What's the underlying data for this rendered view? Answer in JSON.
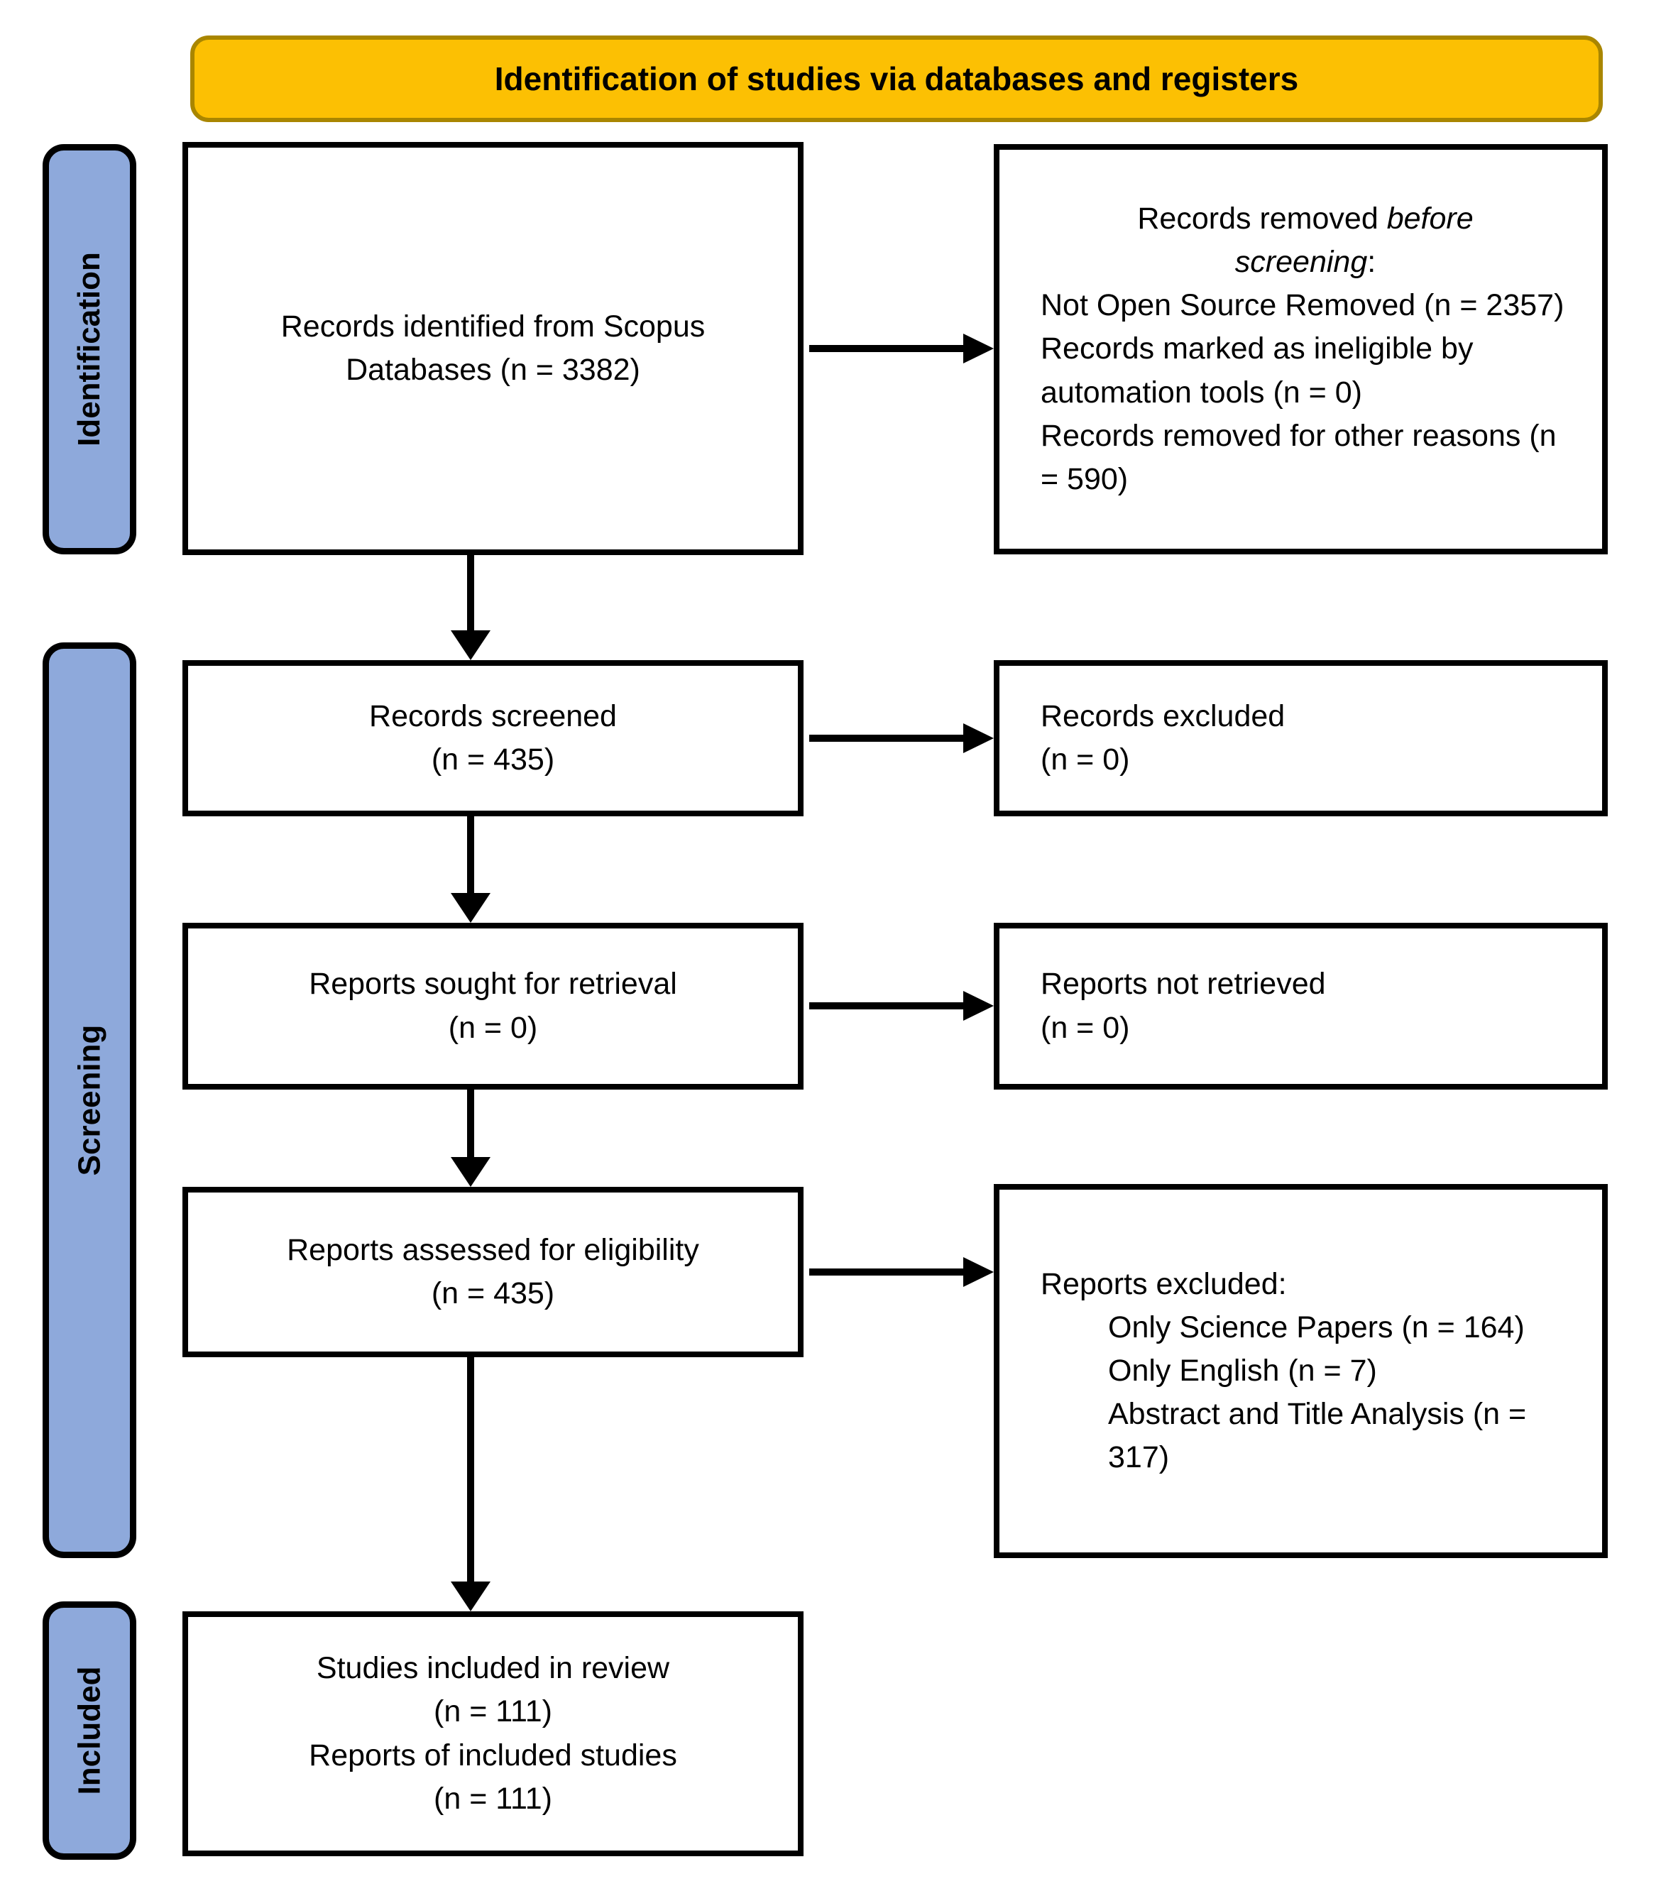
{
  "banner": {
    "title": "Identification of studies via databases and registers"
  },
  "sidebar": {
    "identification_label": "Identification",
    "screening_label": "Screening",
    "included_label": "Included"
  },
  "flow": {
    "identified": {
      "text": "Records identified from Scopus\nDatabases (n = 3382)"
    },
    "removed": {
      "header_prefix": "Records removed ",
      "header_italic_line1": "before",
      "header_italic_line2": "screening",
      "header_suffix": ":",
      "items": [
        "Not Open Source Removed (n = 2357)",
        "Records marked as ineligible by automation tools (n = 0)",
        "Records removed for other reasons (n = 590)"
      ]
    },
    "screened": {
      "text": "Records screened\n(n = 435)"
    },
    "records_excluded": {
      "text": "Records excluded\n(n = 0)"
    },
    "sought": {
      "text": "Reports sought for retrieval\n(n = 0)"
    },
    "not_retrieved": {
      "text": "Reports not retrieved\n(n = 0)"
    },
    "assessed": {
      "text": "Reports assessed for eligibility\n(n = 435)"
    },
    "reports_excluded": {
      "header": "Reports excluded:",
      "items": [
        "Only Science Papers (n = 164)",
        "Only English (n = 7)",
        "Abstract and Title Analysis (n = 317)"
      ]
    },
    "included": {
      "text": "Studies included in review\n(n = 111)\nReports of included studies\n(n = 111)"
    }
  },
  "colors": {
    "banner_fill": "#FCC003",
    "banner_border": "#A98600",
    "stage_fill": "#8EA9DB",
    "box_border": "#000000",
    "arrow_color": "#000000"
  }
}
